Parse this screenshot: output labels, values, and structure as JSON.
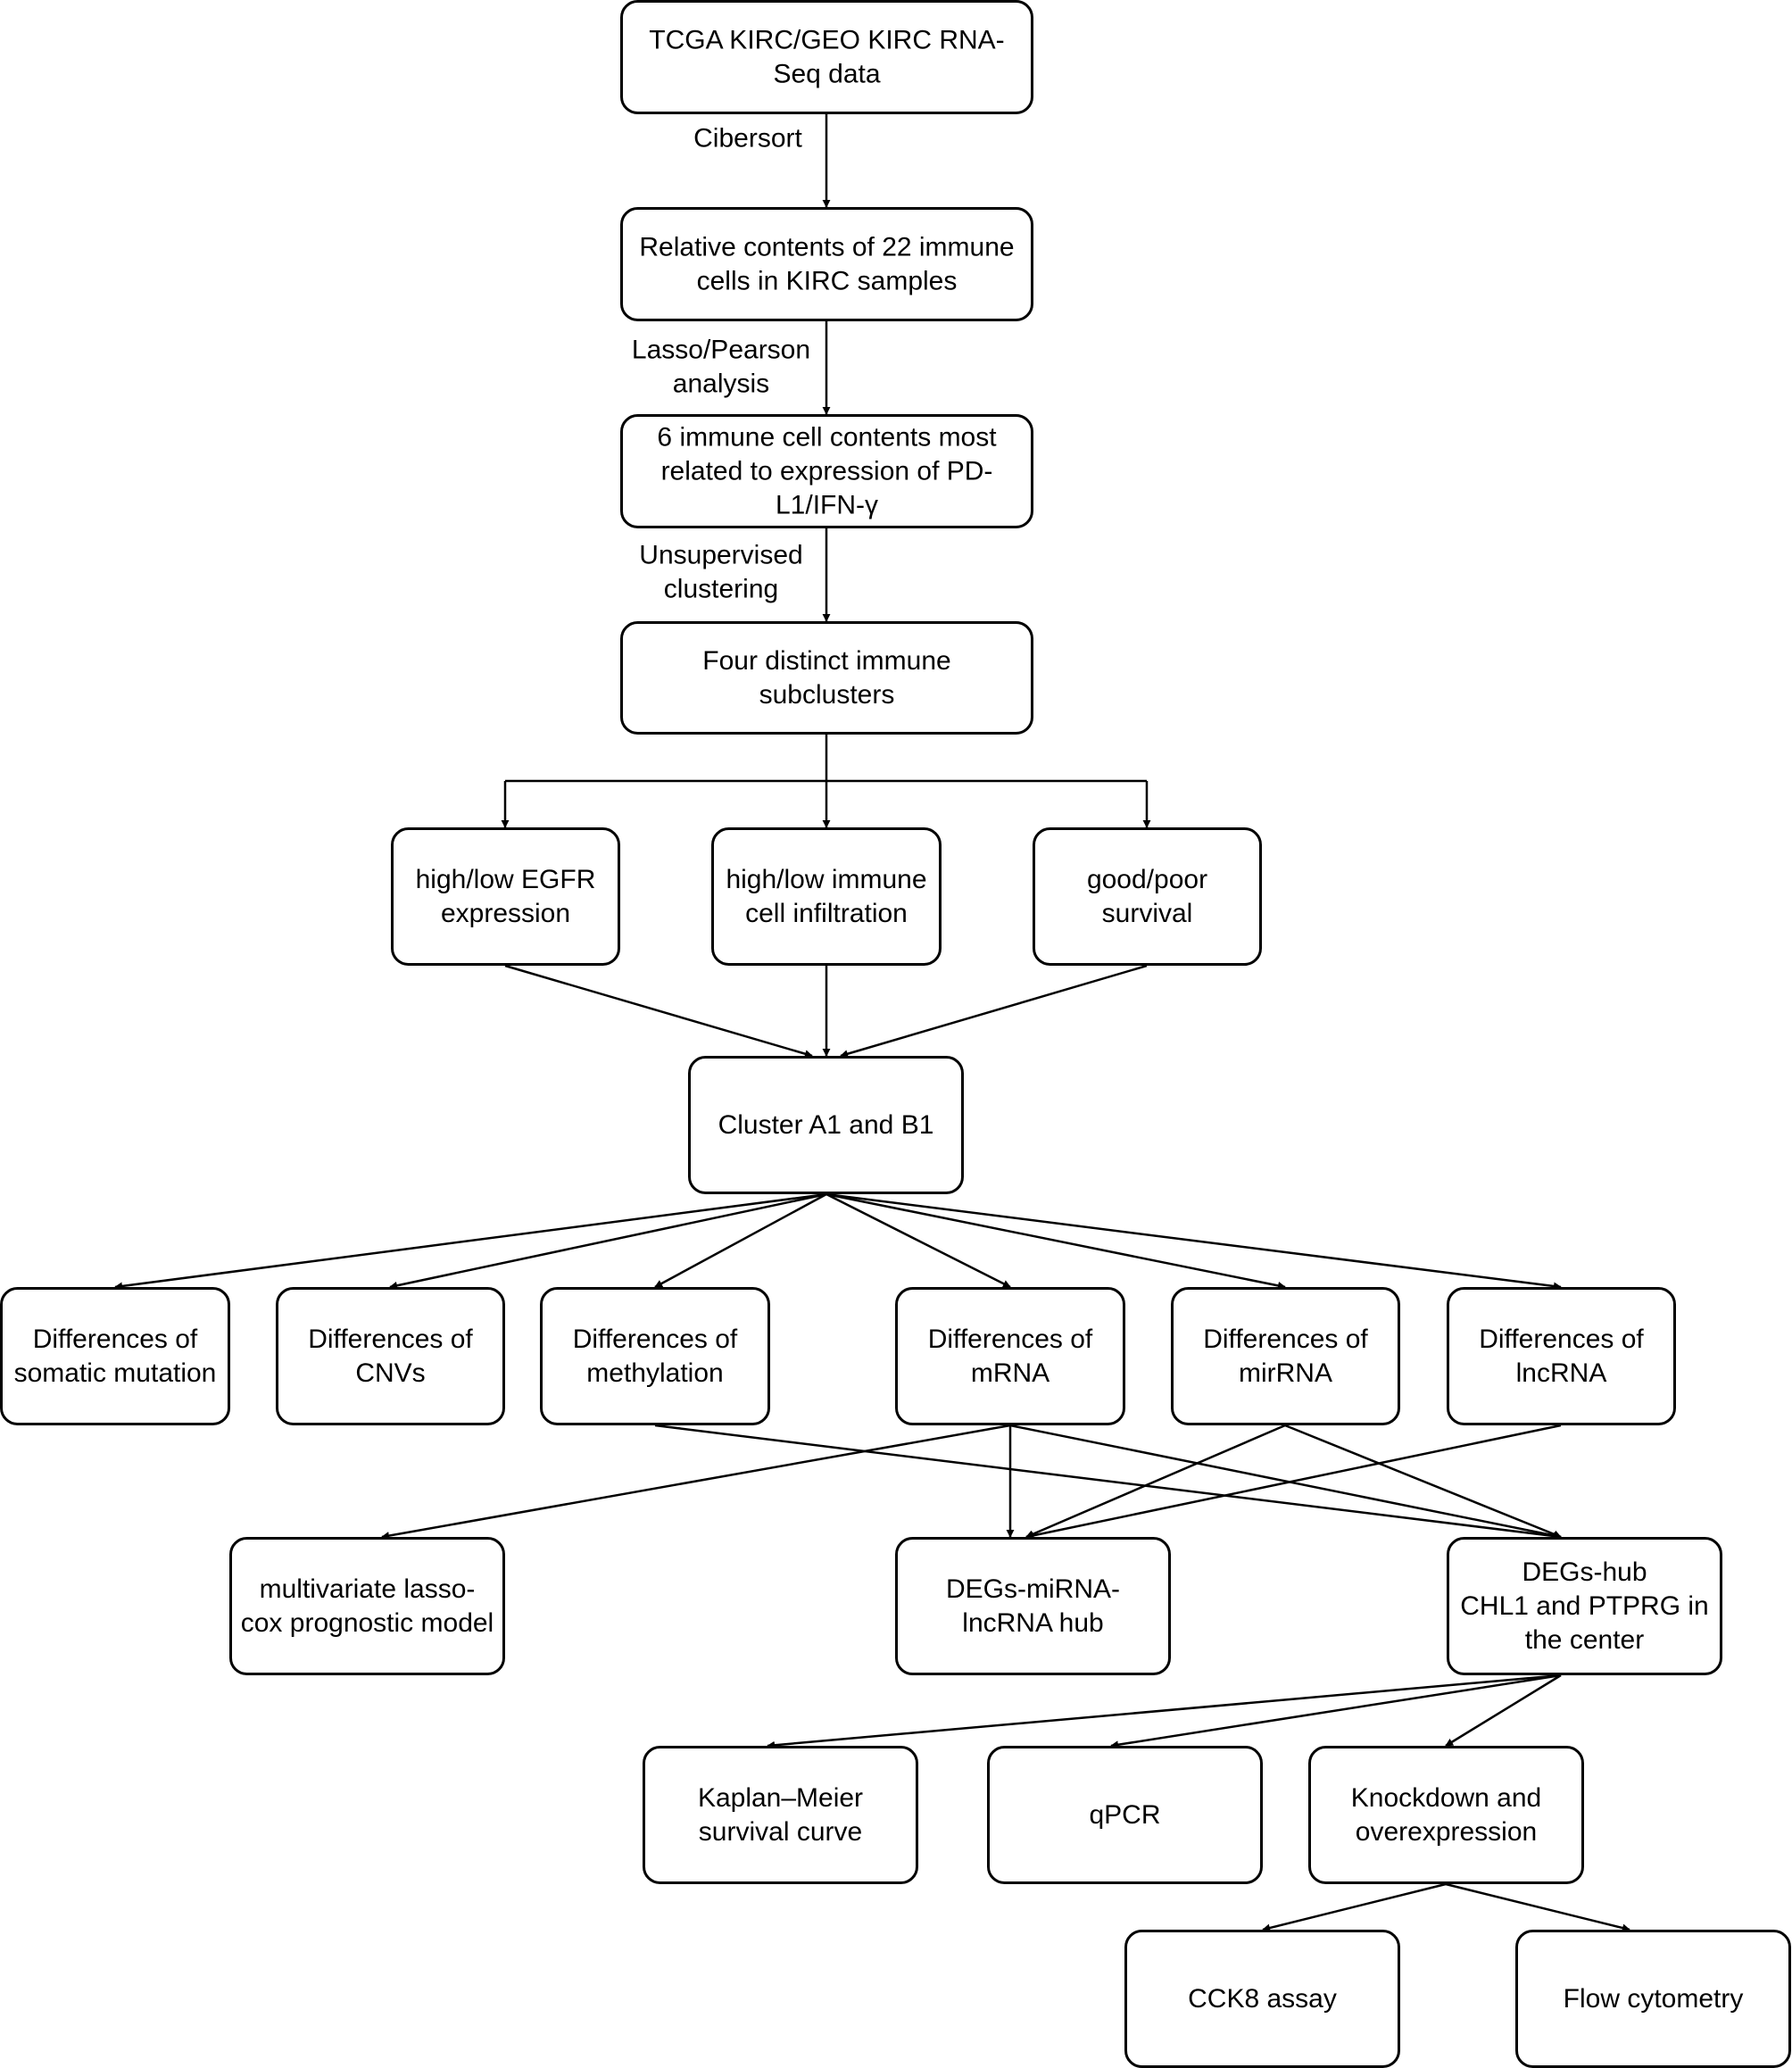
{
  "nodes": {
    "tcga": [
      "TCGA KIRC/GEO KIRC RNA-",
      "Seq data"
    ],
    "relative": [
      "Relative contents of 22 immune",
      "cells in KIRC samples"
    ],
    "six": [
      "6 immune cell contents most",
      "related to expression  of PD-",
      "L1/IFN-γ"
    ],
    "four": [
      "Four distinct immune",
      "subclusters"
    ],
    "egfr": [
      "high/low EGFR",
      "expression"
    ],
    "infil": [
      "high/low immune",
      "cell infiltration"
    ],
    "surv": [
      "good/poor",
      "survival"
    ],
    "cluster": [
      "Cluster A1 and B1"
    ],
    "somatic": [
      "Differences of",
      "somatic mutation"
    ],
    "cnv": [
      "Differences of",
      "CNVs"
    ],
    "meth": [
      "Differences of",
      "methylation"
    ],
    "mrna": [
      "Differences of",
      "mRNA"
    ],
    "mirna": [
      "Differences of",
      "mirRNA"
    ],
    "lnc": [
      "Differences of",
      "lncRNA"
    ],
    "lasso": [
      "multivariate lasso-",
      "cox prognostic model"
    ],
    "degmi": [
      "DEGs-miRNA-",
      "lncRNA  hub"
    ],
    "hub": [
      "DEGs-hub",
      "CHL1 and PTPRG in",
      "the center"
    ],
    "km": [
      "Kaplan–Meier",
      "survival curve"
    ],
    "qpcr": [
      "qPCR"
    ],
    "knock": [
      "Knockdown and",
      "overexpression"
    ],
    "cck8": [
      "CCK8 assay"
    ],
    "flow": [
      "Flow cytometry"
    ]
  },
  "edge_labels": {
    "cibersort": [
      "Cibersort"
    ],
    "lasso_pearson": [
      "Lasso/Pearson",
      "analysis"
    ],
    "unsupervised": [
      "Unsupervised",
      "clustering"
    ]
  }
}
